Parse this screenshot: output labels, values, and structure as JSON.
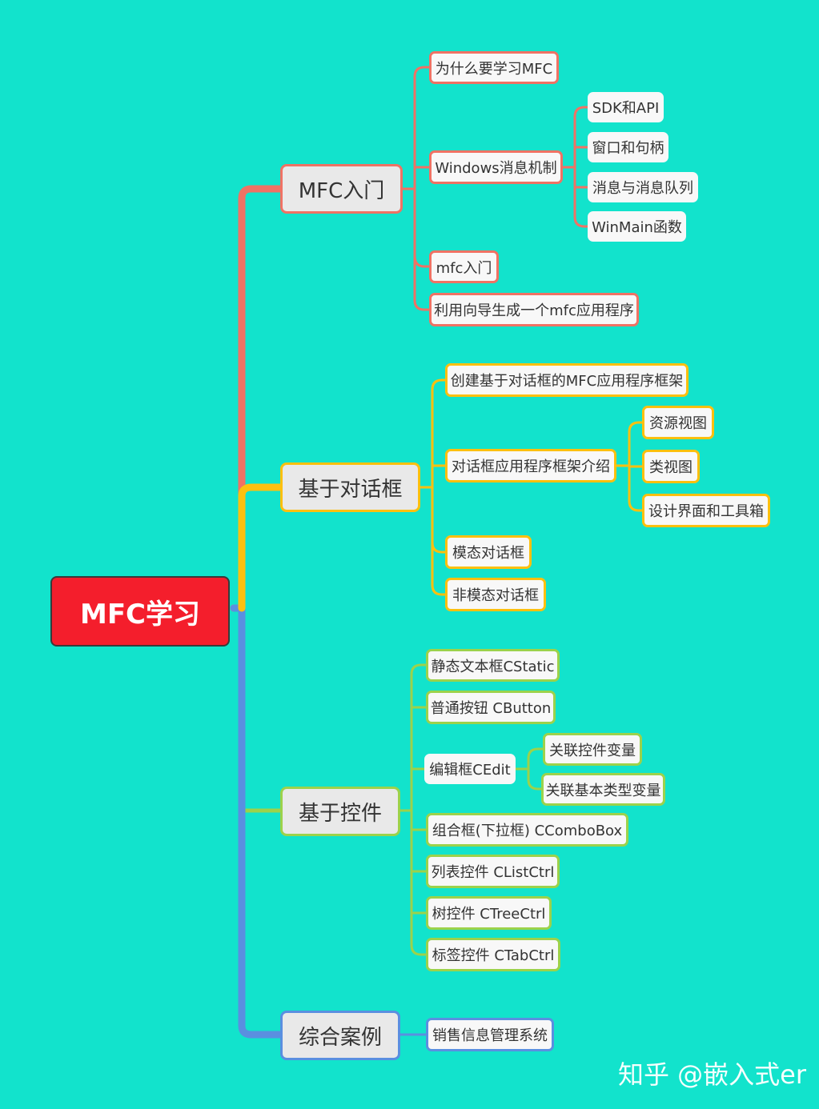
{
  "colors": {
    "background": "#12e3cc",
    "root": "#f41e2c",
    "branch_red": "#f07264",
    "branch_yellow": "#fdc00f",
    "branch_green": "#9cd24b",
    "branch_blue": "#5a8fe0"
  },
  "root": {
    "label": "MFC学习"
  },
  "branches": {
    "intro": {
      "label": "MFC入门",
      "why": "为什么要学习MFC",
      "windows_msg": {
        "label": "Windows消息机制",
        "items": [
          "SDK和API",
          "窗口和句柄",
          "消息与消息队列",
          "WinMain函数"
        ]
      },
      "mfc_intro": "mfc入门",
      "wizard": "利用向导生成一个mfc应用程序"
    },
    "dialog": {
      "label": "基于对话框",
      "create": "创建基于对话框的MFC应用程序框架",
      "framework": {
        "label": "对话框应用程序框架介绍",
        "items": [
          "资源视图",
          "类视图",
          "设计界面和工具箱"
        ]
      },
      "modal": "模态对话框",
      "modeless": "非模态对话框"
    },
    "controls": {
      "label": "基于控件",
      "static": "静态文本框CStatic",
      "button": "普通按钮 CButton",
      "edit": {
        "label": "编辑框CEdit",
        "items": [
          "关联控件变量",
          "关联基本类型变量"
        ]
      },
      "combo": "组合框(下拉框) CComboBox",
      "list": "列表控件 CListCtrl",
      "tree": "树控件 CTreeCtrl",
      "tab": "标签控件 CTabCtrl"
    },
    "cases": {
      "label": "综合案例",
      "sales": "销售信息管理系统"
    }
  },
  "watermark": "知乎 @嵌入式er"
}
